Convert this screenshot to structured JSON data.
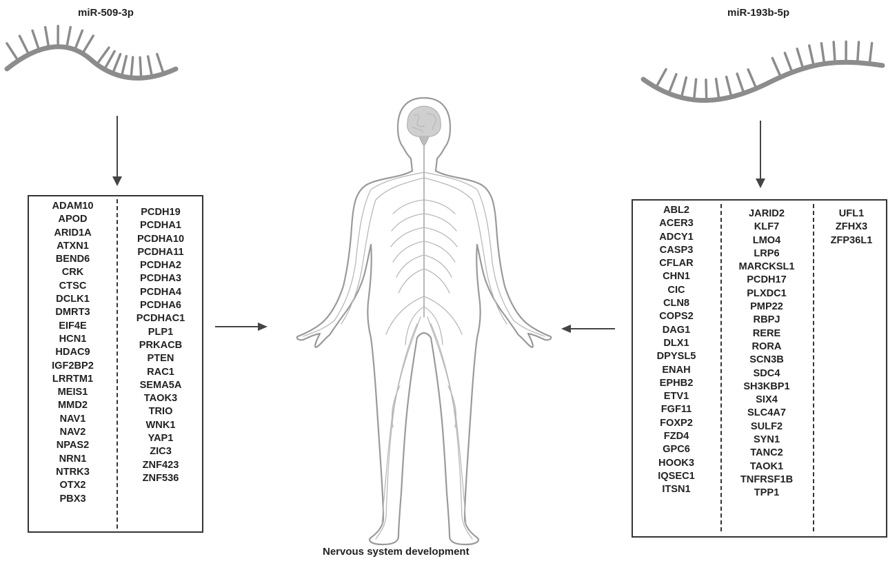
{
  "left": {
    "title": "miR-509-3p",
    "col1": [
      "ADAM10",
      "APOD",
      "ARID1A",
      "ATXN1",
      "BEND6",
      "CRK",
      "CTSC",
      "DCLK1",
      "DMRT3",
      "EIF4E",
      "HCN1",
      "HDAC9",
      "IGF2BP2",
      "LRRTM1",
      "MEIS1",
      "MMD2",
      "NAV1",
      "NAV2",
      "NPAS2",
      "NRN1",
      "NTRK3",
      "OTX2",
      "PBX3"
    ],
    "col2": [
      "PCDH19",
      "PCDHA1",
      "PCDHA10",
      "PCDHA11",
      "PCDHA2",
      "PCDHA3",
      "PCDHA4",
      "PCDHA6",
      "PCDHAC1",
      "PLP1",
      "PRKACB",
      "PTEN",
      "RAC1",
      "SEMA5A",
      "TAOK3",
      "TRIO",
      "WNK1",
      "YAP1",
      "ZIC3",
      "ZNF423",
      "ZNF536"
    ]
  },
  "right": {
    "title": "miR-193b-5p",
    "col1": [
      "ABL2",
      "ACER3",
      "ADCY1",
      "CASP3",
      "CFLAR",
      "CHN1",
      "CIC",
      "CLN8",
      "COPS2",
      "DAG1",
      "DLX1",
      "DPYSL5",
      "ENAH",
      "EPHB2",
      "ETV1",
      "FGF11",
      "FOXP2",
      "FZD4",
      "GPC6",
      "HOOK3",
      "IQSEC1",
      "ITSN1"
    ],
    "col2": [
      "JARID2",
      "KLF7",
      "LMO4",
      "LRP6",
      "MARCKSL1",
      "PCDH17",
      "PLXDC1",
      "PMP22",
      "RBPJ",
      "RERE",
      "RORA",
      "SCN3B",
      "SDC4",
      "SH3KBP1",
      "SIX4",
      "SLC4A7",
      "SULF2",
      "SYN1",
      "TANC2",
      "TAOK1",
      "TNFRSF1B",
      "TPP1"
    ],
    "col3": [
      "UFL1",
      "ZFHX3",
      "ZFP36L1"
    ]
  },
  "caption": "Nervous system development",
  "colors": {
    "rna": "#8c8c8c",
    "body_outline": "#9a9a9a",
    "nerves": "#b8b8b8",
    "box_border": "#333333"
  },
  "icons": [
    "mirna-strand-icon",
    "human-nervous-system-illustration",
    "brain-icon"
  ]
}
